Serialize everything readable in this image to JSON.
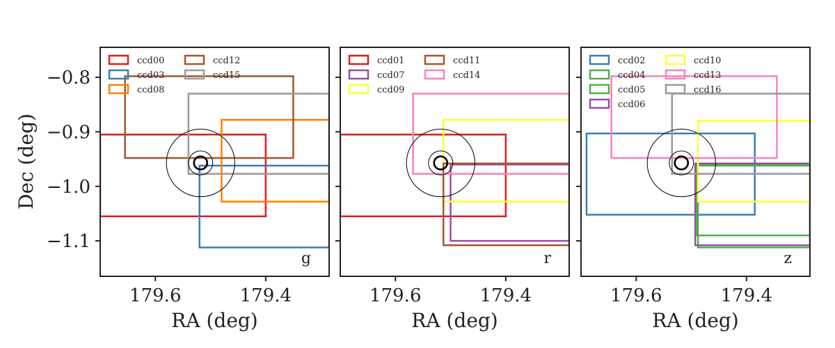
{
  "chart_data": {
    "type": "multi-panel rectangle footprint plot",
    "xlim": [
      179.7,
      179.285
    ],
    "ylim": [
      -1.165,
      -0.745
    ],
    "xlabel": "RA (deg)",
    "ylabel": "Dec (deg)",
    "xticks": [
      {
        "value": 179.6,
        "label": "179.6"
      },
      {
        "value": 179.4,
        "label": "179.4"
      }
    ],
    "yticks": [
      {
        "value": -0.8,
        "label": "−0.8"
      },
      {
        "value": -0.9,
        "label": "−0.9"
      },
      {
        "value": -1.0,
        "label": "−1.0"
      },
      {
        "value": -1.1,
        "label": "−1.1"
      }
    ],
    "target": {
      "ra": 179.518,
      "dec": -0.957,
      "radii": [
        0.062,
        0.022,
        0.012
      ]
    },
    "panels": [
      {
        "band": "g",
        "legend": [
          [
            "ccd00",
            "ccd12"
          ],
          [
            "ccd03",
            "ccd15"
          ],
          [
            "ccd08"
          ]
        ],
        "ccds": [
          {
            "name": "ccd00",
            "color": "#e31a1c",
            "ra": [
              179.4,
              179.7
            ],
            "dec": [
              -1.055,
              -0.905
            ]
          },
          {
            "name": "ccd03",
            "color": "#377eb8",
            "ra": [
              179.285,
              179.52
            ],
            "dec": [
              -1.112,
              -0.962
            ]
          },
          {
            "name": "ccd08",
            "color": "#ff7f00",
            "ra": [
              179.285,
              179.48
            ],
            "dec": [
              -1.028,
              -0.878
            ]
          },
          {
            "name": "ccd12",
            "color": "#a65628",
            "ra": [
              179.35,
              179.655
            ],
            "dec": [
              -0.948,
              -0.798
            ]
          },
          {
            "name": "ccd15",
            "color": "#999999",
            "ra": [
              179.285,
              179.54
            ],
            "dec": [
              -0.977,
              -0.83
            ]
          }
        ]
      },
      {
        "band": "r",
        "legend": [
          [
            "ccd01",
            "ccd11"
          ],
          [
            "ccd07",
            "ccd14"
          ],
          [
            "ccd09"
          ]
        ],
        "ccds": [
          {
            "name": "ccd01",
            "color": "#e31a1c",
            "ra": [
              179.4,
              179.7
            ],
            "dec": [
              -1.055,
              -0.905
            ]
          },
          {
            "name": "ccd07",
            "color": "#984ea3",
            "ra": [
              179.285,
              179.5
            ],
            "dec": [
              -1.1,
              -0.96
            ]
          },
          {
            "name": "ccd09",
            "color": "#ffff33",
            "ra": [
              179.285,
              179.513
            ],
            "dec": [
              -1.028,
              -0.878
            ]
          },
          {
            "name": "ccd11",
            "color": "#a65628",
            "ra": [
              179.285,
              179.513
            ],
            "dec": [
              -1.108,
              -0.958
            ]
          },
          {
            "name": "ccd14",
            "color": "#f781bf",
            "ra": [
              179.285,
              179.568
            ],
            "dec": [
              -0.977,
              -0.83
            ]
          }
        ]
      },
      {
        "band": "z",
        "legend": [
          [
            "ccd02",
            "ccd10"
          ],
          [
            "ccd04",
            "ccd13"
          ],
          [
            "ccd05",
            "ccd16"
          ],
          [
            "ccd06"
          ]
        ],
        "ccds": [
          {
            "name": "ccd02",
            "color": "#377eb8",
            "ra": [
              179.385,
              179.69
            ],
            "dec": [
              -1.052,
              -0.903
            ]
          },
          {
            "name": "ccd04",
            "color": "#4daf4a",
            "ra": [
              179.285,
              179.49
            ],
            "dec": [
              -1.09,
              -0.96
            ]
          },
          {
            "name": "ccd05",
            "color": "#4daf4a",
            "ra": [
              179.285,
              179.488
            ],
            "dec": [
              -1.112,
              -0.962
            ]
          },
          {
            "name": "ccd06",
            "color": "#984ea3",
            "ra": [
              179.285,
              179.493
            ],
            "dec": [
              -1.108,
              -0.958
            ]
          },
          {
            "name": "ccd10",
            "color": "#ffff33",
            "ra": [
              179.285,
              179.488
            ],
            "dec": [
              -1.028,
              -0.88
            ]
          },
          {
            "name": "ccd13",
            "color": "#f781bf",
            "ra": [
              179.345,
              179.645
            ],
            "dec": [
              -0.948,
              -0.798
            ]
          },
          {
            "name": "ccd16",
            "color": "#999999",
            "ra": [
              179.285,
              179.535
            ],
            "dec": [
              -0.977,
              -0.83
            ]
          }
        ]
      }
    ]
  }
}
